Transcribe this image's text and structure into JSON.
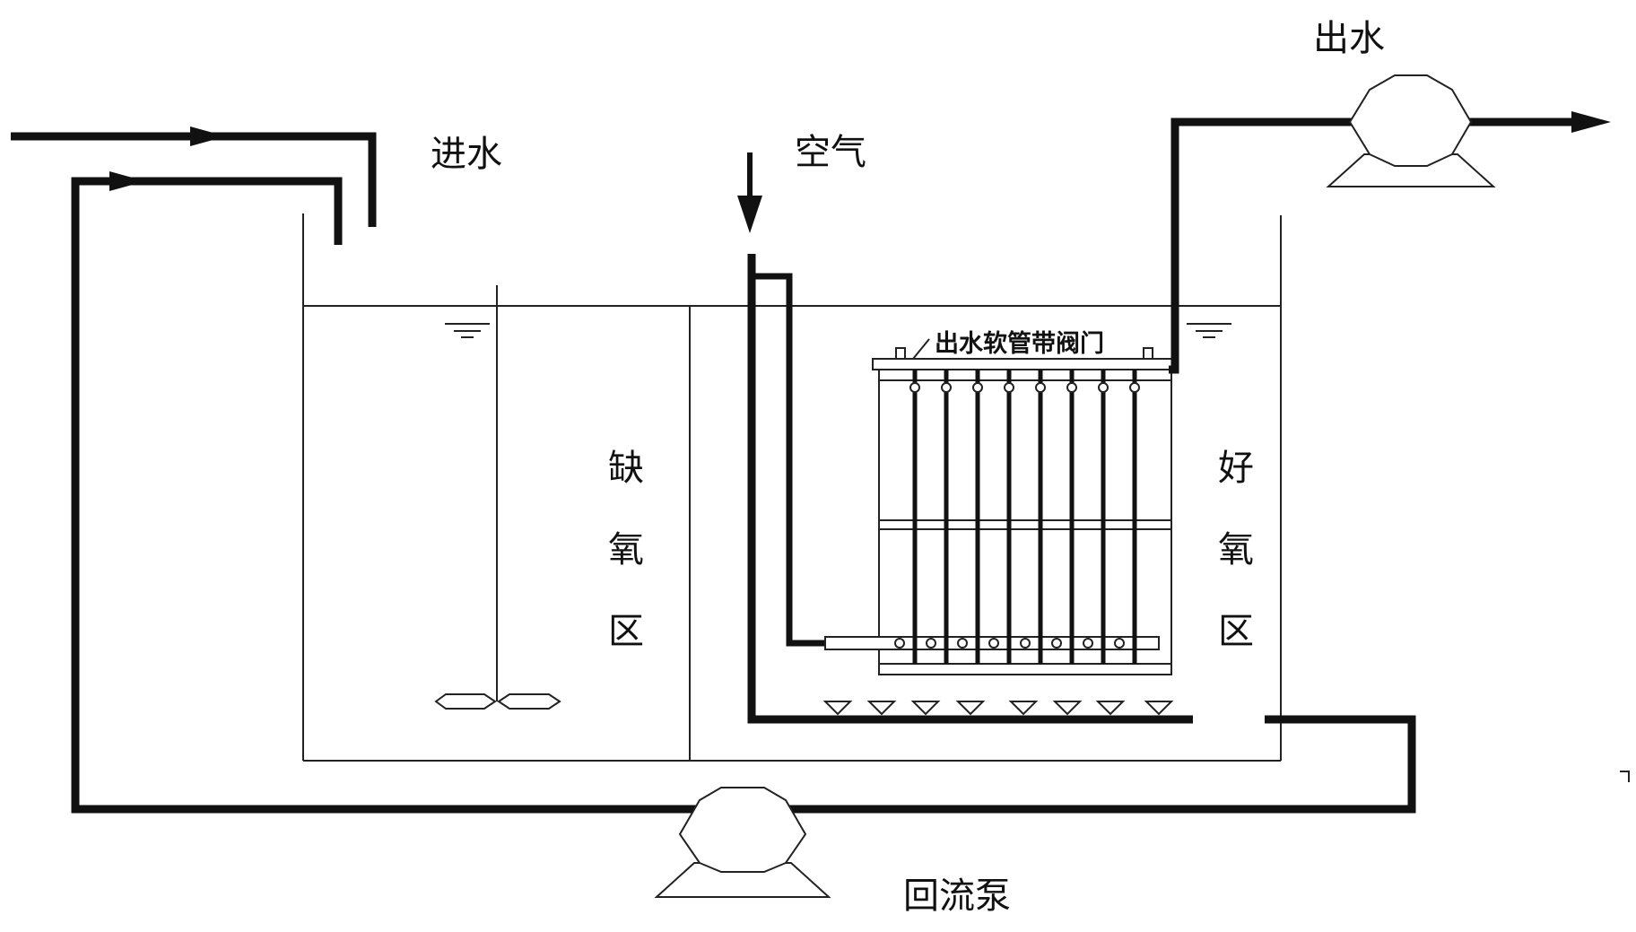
{
  "labels": {
    "inlet": "进水",
    "air": "空气",
    "outlet": "出水",
    "anoxic_zone": [
      "缺",
      "氧",
      "区"
    ],
    "aerobic_zone": [
      "好",
      "氧",
      "区"
    ],
    "membrane_pipe": "出水软管带阀门",
    "return_pump": "回流泵"
  }
}
